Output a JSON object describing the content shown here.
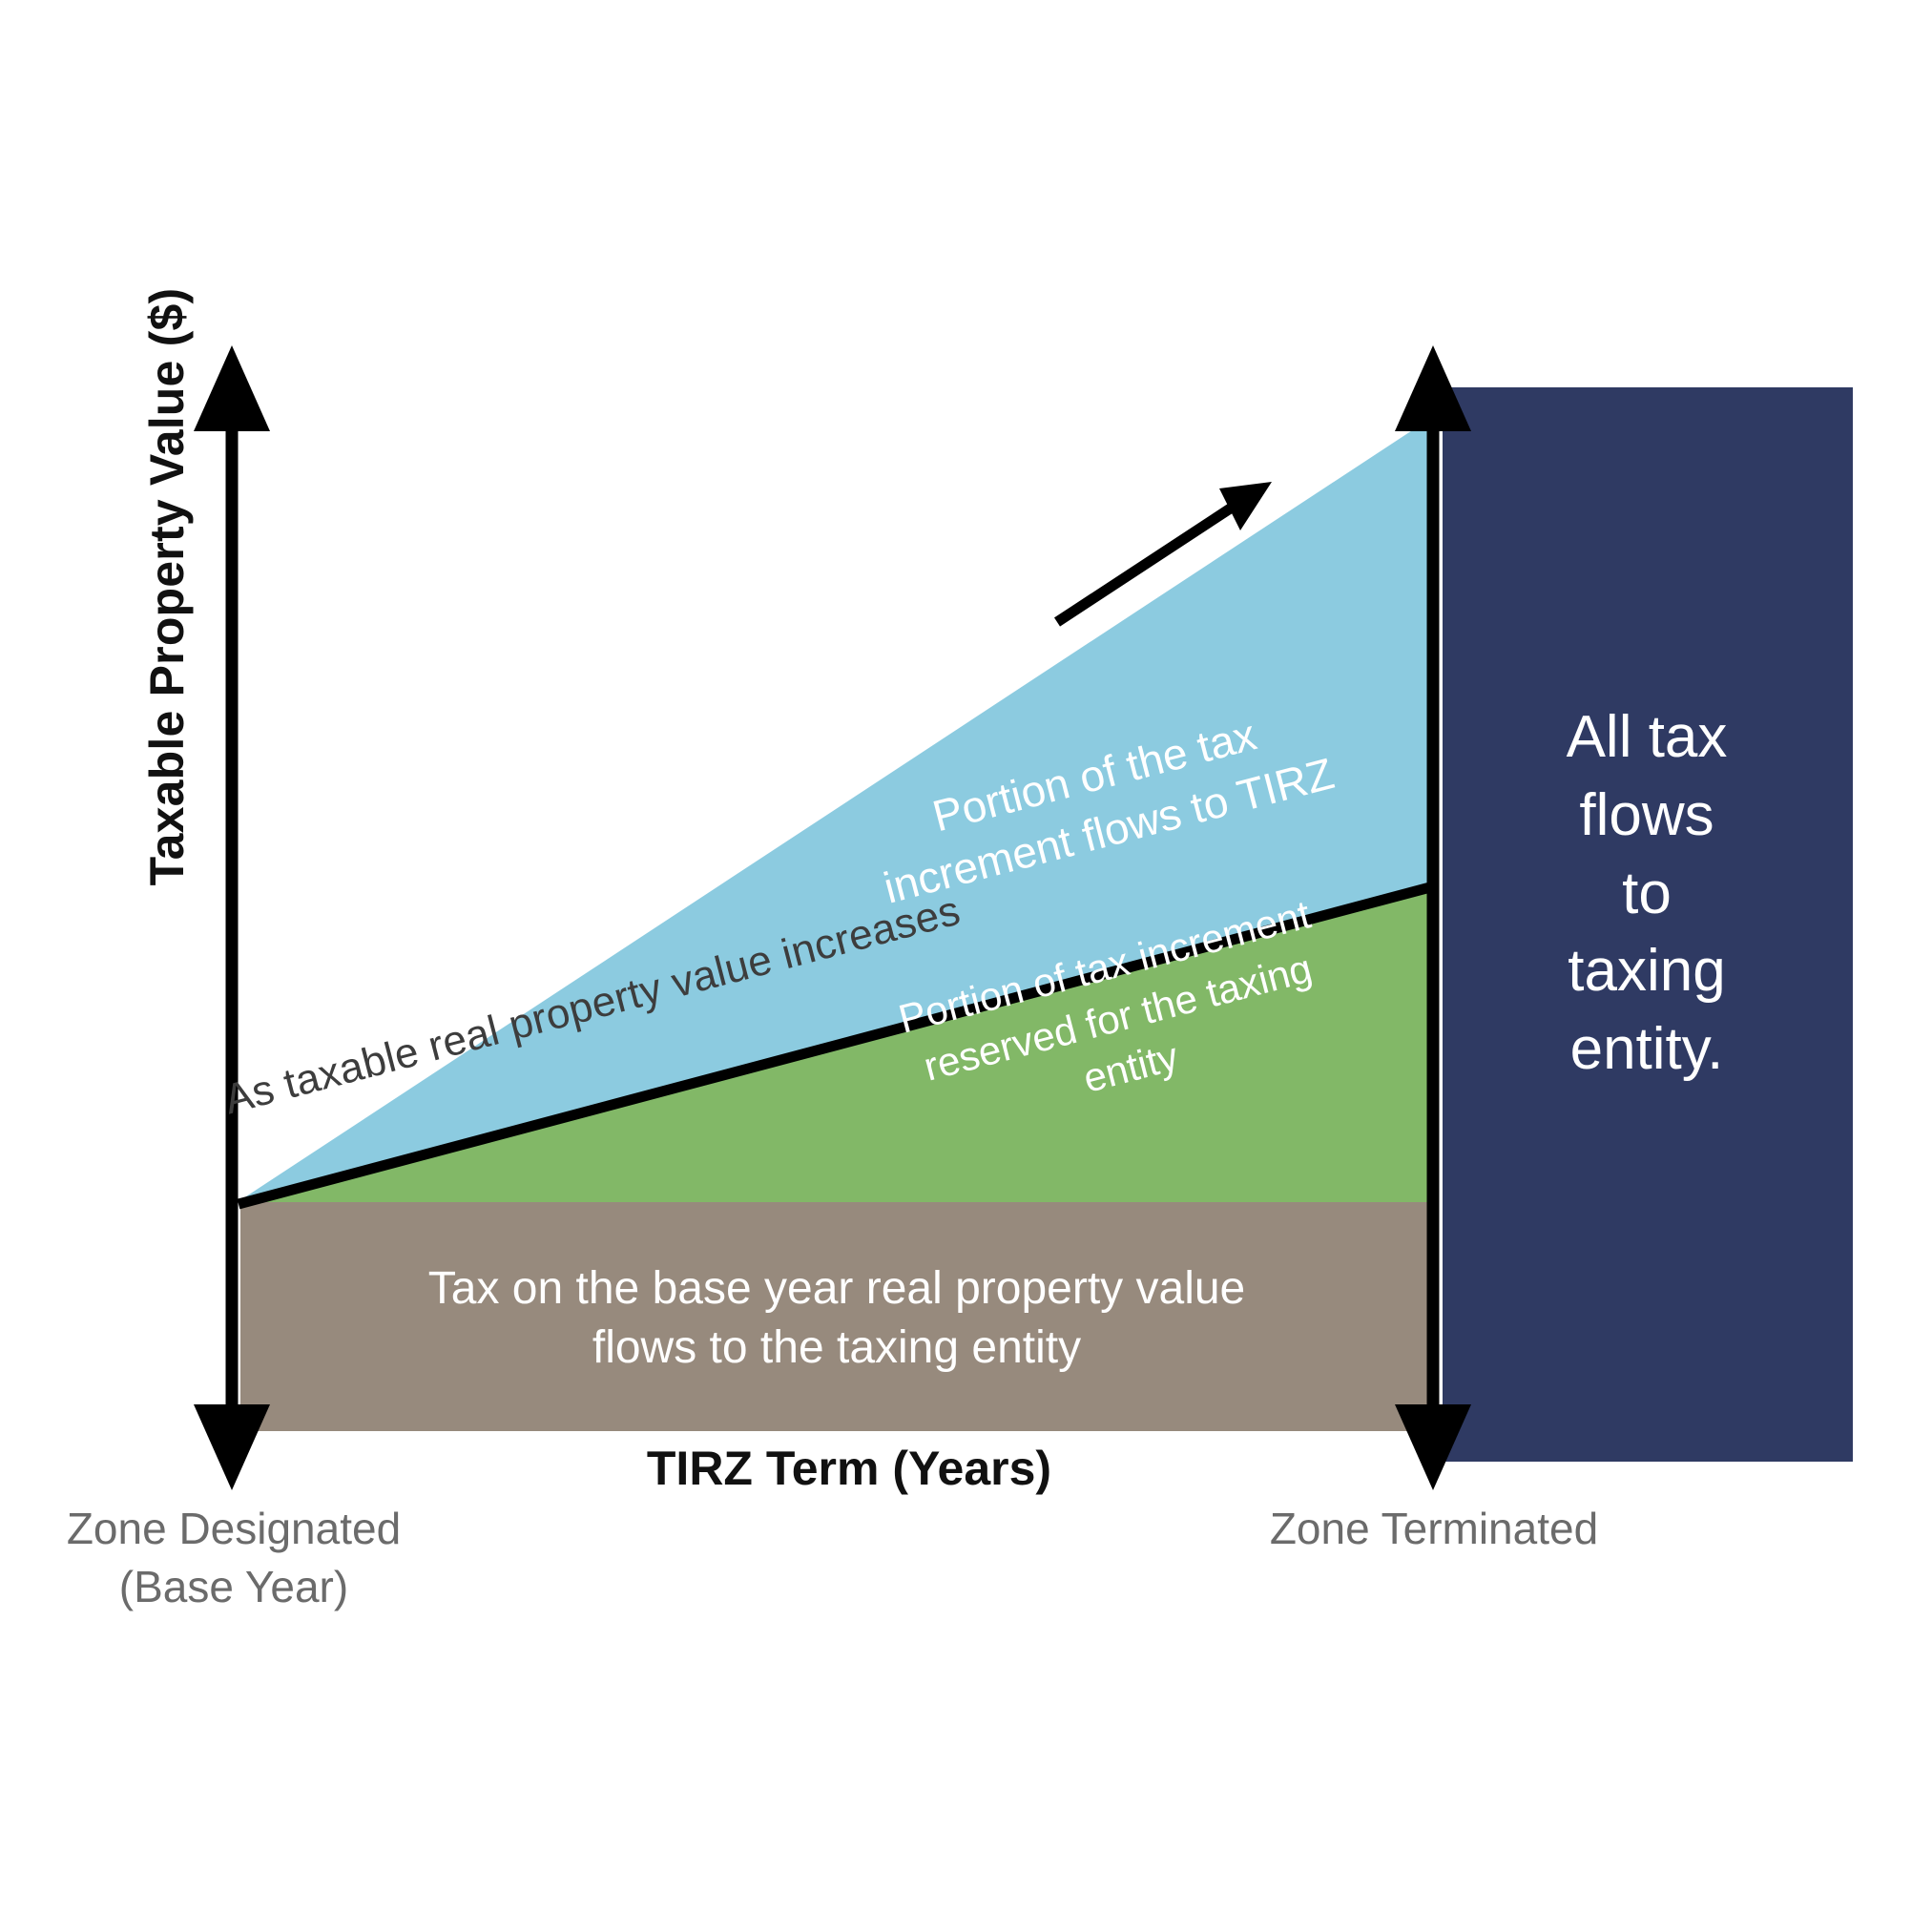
{
  "figure": {
    "kind": "tirz-tax-increment-diagram",
    "background": "#ffffff"
  },
  "axes": {
    "y_title": "Taxable Property Value ($)",
    "x_title": "TIRZ Term (Years)",
    "start_caption_line1": "Zone Designated",
    "start_caption_line2": "(Base Year)",
    "end_caption": "Zone Terminated"
  },
  "annotations": {
    "growth": "As taxable real property value increases",
    "growth_arrow": "up-right-arrow-icon"
  },
  "bands": {
    "tirz": {
      "line1": "Portion of the tax",
      "line2": "increment flows to TIRZ",
      "color": "#8ccbe0"
    },
    "reserved": {
      "line1": "Portion of tax increment",
      "line2": "reserved for the taxing",
      "line3": "entity",
      "color": "#82b867"
    },
    "base": {
      "line1": "Tax on the base year real property value",
      "line2": "flows to the taxing entity",
      "color": "#978a7d"
    }
  },
  "after_termination": {
    "line1": "All tax",
    "line2": "flows",
    "line3": "to",
    "line4": "taxing",
    "line5": "entity.",
    "color": "#2f3a63"
  },
  "colors": {
    "blue": "#8ccbe0",
    "green": "#82b867",
    "brown": "#978a7d",
    "navy": "#2f3a63",
    "axis": "#000000",
    "caption_gray": "#6b6b6b",
    "annotation_gray": "#3d3d3d",
    "white": "#ffffff"
  },
  "chart_data": {
    "type": "area",
    "title": "",
    "xlabel": "TIRZ Term (Years)",
    "ylabel": "Taxable Property Value ($)",
    "xlim": [
      0,
      100
    ],
    "ylim": [
      0,
      100
    ],
    "grid": false,
    "legend": "none",
    "x_tick_labels": [
      "Zone Designated (Base Year)",
      "Zone Terminated"
    ],
    "series": [
      {
        "name": "Tax on the base year real property value flows to the taxing entity",
        "color": "#978a7d",
        "x": [
          0,
          100
        ],
        "y_bottom": [
          0,
          0
        ],
        "y_top": [
          27,
          27
        ]
      },
      {
        "name": "Portion of tax increment reserved for the taxing entity",
        "color": "#82b867",
        "x": [
          0,
          100
        ],
        "y_bottom": [
          27,
          27
        ],
        "y_top": [
          27,
          56
        ]
      },
      {
        "name": "Portion of the tax increment flows to TIRZ",
        "color": "#8ccbe0",
        "x": [
          0,
          100
        ],
        "y_bottom": [
          27,
          56
        ],
        "y_top": [
          27,
          100
        ]
      },
      {
        "name": "All tax flows to taxing entity.",
        "color": "#2f3a63",
        "x": [
          100,
          136
        ],
        "y_bottom": [
          0,
          0
        ],
        "y_top": [
          100,
          100
        ]
      }
    ],
    "annotations": [
      {
        "text": "As taxable real property value increases",
        "placement": "along-upper-boundary"
      },
      {
        "text": "up-right-arrow-icon",
        "placement": "above-upper-boundary"
      }
    ]
  }
}
